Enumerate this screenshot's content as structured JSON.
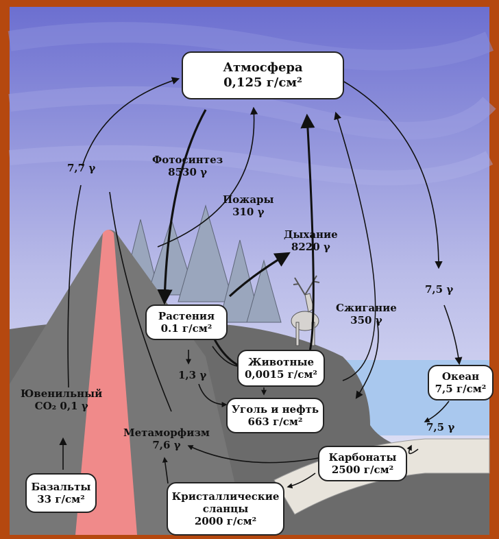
{
  "atmosphere": {
    "name": "Атмосфера",
    "value": "0,125 г/см²"
  },
  "plants": {
    "name": "Растения",
    "value": "0.1 г/см²"
  },
  "animals": {
    "name": "Животные",
    "value": "0,0015 г/см²"
  },
  "coal_oil": {
    "name": "Уголь и нефть",
    "value": "663 г/см²"
  },
  "ocean": {
    "name": "Океан",
    "value": "7,5 г/см²"
  },
  "carbonates": {
    "name": "Карбонаты",
    "value": "2500 г/см²"
  },
  "shales": {
    "line1": "Кристаллические",
    "line2": "сланцы",
    "value": "2000 г/см²"
  },
  "basalts": {
    "name": "Базальты",
    "value": "33 г/см²"
  },
  "flows": {
    "volcanic": "7,7 γ",
    "photosynthesis": {
      "name": "Фотосинтез",
      "value": "8530 γ"
    },
    "fires": {
      "name": "Пожары",
      "value": "310 γ"
    },
    "respiration": {
      "name": "Дыхание",
      "value": "8220 γ"
    },
    "combustion": {
      "name": "Сжигание",
      "value": "350 γ"
    },
    "to_ocean": "7,5 γ",
    "ocean_to_carbonates": "7,5 γ",
    "plants_to_coal": "1,3 γ",
    "metamorphism": {
      "name": "Метаморфизм",
      "value": "7,6 γ"
    },
    "juvenile": {
      "name": "Ювенильный",
      "value": "CO₂   0,1 γ"
    }
  },
  "colors": {
    "frame": "#b5480f",
    "sky": "#6f74cc",
    "ground": "#6b6b6b",
    "lava": "#f08a8a",
    "water": "#a9c8ee"
  }
}
